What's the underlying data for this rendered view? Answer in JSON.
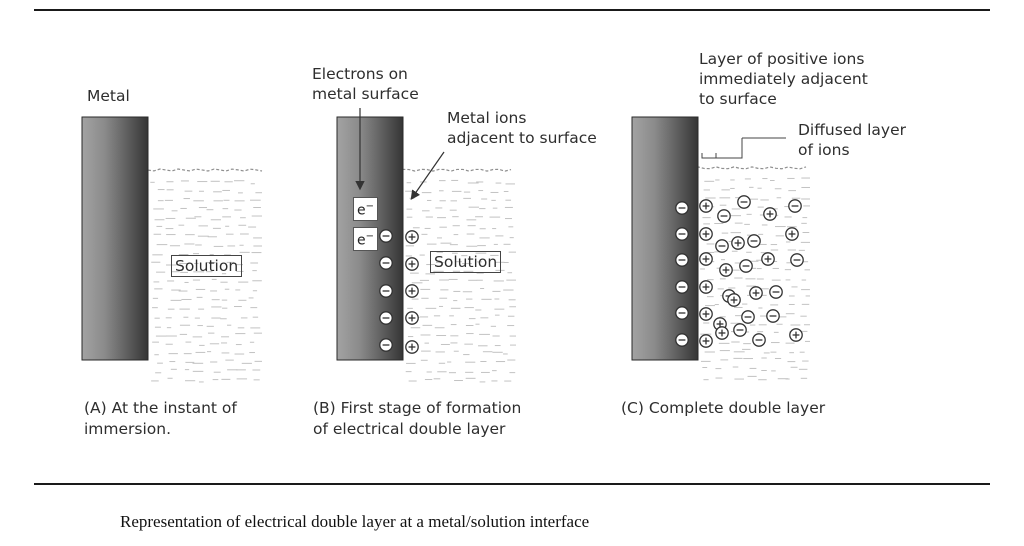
{
  "panels": {
    "a": {
      "metal_label": "Metal",
      "solution_label": "Solution",
      "caption_line1": "(A) At the instant of",
      "caption_line2": "immersion."
    },
    "b": {
      "electrons_label_line1": "Electrons on",
      "electrons_label_line2": "metal surface",
      "ions_label_line1": "Metal ions",
      "ions_label_line2": "adjacent to surface",
      "electron_symbol": "e",
      "electron_sign": "−",
      "solution_label": "Solution",
      "caption_line1": "(B) First stage of formation",
      "caption_line2": "of electrical double layer"
    },
    "c": {
      "positive_layer_line1": "Layer of positive ions",
      "positive_layer_line2": "immediately adjacent",
      "positive_layer_line3": "to surface",
      "diffused_line1": "Diffused layer",
      "diffused_line2": "of ions",
      "caption": "(C) Complete double layer"
    }
  },
  "figure_caption": "Representation of electrical double layer at a metal/solution interface",
  "colors": {
    "metal_light": "#9a9a9a",
    "metal_dark": "#3c3c3c",
    "solution_dash": "#b9b9b9",
    "ion_stroke": "#333333"
  }
}
